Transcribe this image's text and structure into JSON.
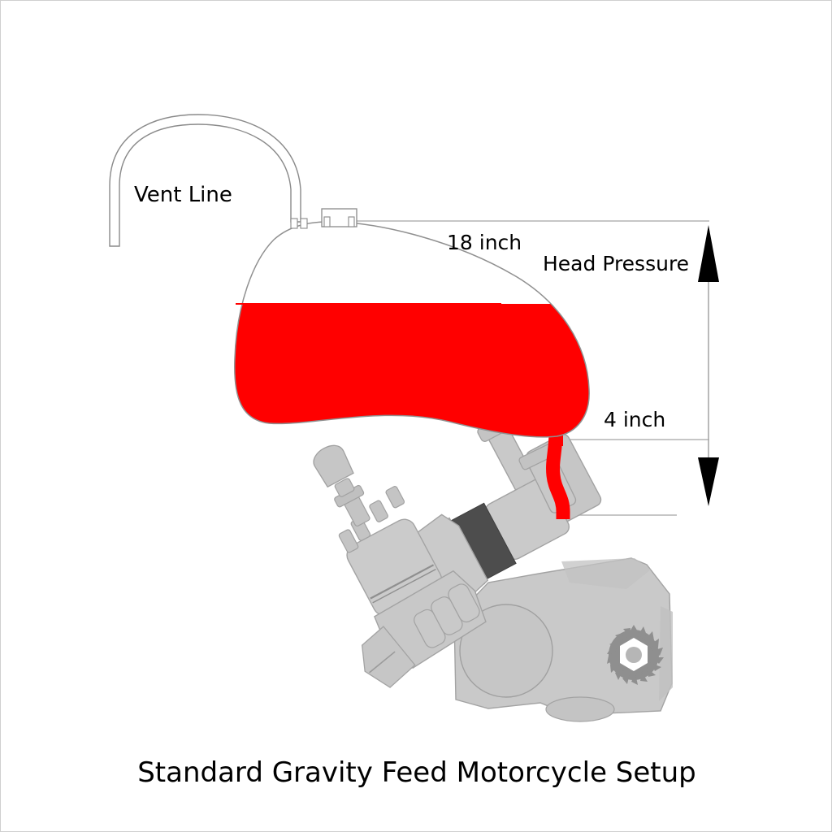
{
  "figure": {
    "title": "Standard Gravity Feed Motorcycle Setup",
    "kind": "technical-diagram",
    "background_color": "#FFFFFF",
    "border_color": "#CFCFCF"
  },
  "labels": {
    "vent_line": "Vent Line",
    "dimension_top": "18 inch",
    "head_pressure": "Head Pressure",
    "dimension_bottom": "4 inch"
  },
  "colors": {
    "fuel": "#FF0000",
    "tank_body": "#FFFFFF",
    "tank_outline": "#808080",
    "metal_light": "#CCCCCC",
    "metal_mid": "#B8B8B8",
    "metal_dark": "#8C8C8C",
    "boot_dark": "#4D4D4D",
    "dimension_line": "#B0B0B0",
    "arrow": "#000000",
    "text": "#000000"
  },
  "components": [
    {
      "name": "vent-line-tube",
      "label": "Vent Line",
      "note": "open-ended hooked breather tube rising from tank cap"
    },
    {
      "name": "fuel-tank",
      "label": "",
      "note": "teardrop tank, upper air space white, lower fuel red"
    },
    {
      "name": "fuel-level-surface",
      "label": "",
      "note": "horizontal fuel surface line inside tank"
    },
    {
      "name": "tank-cap",
      "label": "",
      "note": "filler cap block on top of tank"
    },
    {
      "name": "fuel-line",
      "label": "",
      "note": "red gravity feed hose from tank outlet to carburetor inlet"
    },
    {
      "name": "carburetor",
      "label": "",
      "note": "tilted carburetor with float bowl and adjuster screws"
    },
    {
      "name": "intake-manifold-boot",
      "label": "",
      "note": "dark rubber intake boot"
    },
    {
      "name": "engine-case",
      "label": "",
      "note": "crankcase with clutch cover circle and sprocket"
    },
    {
      "name": "sprocket",
      "label": "",
      "note": "toothed sprocket with hex nut center"
    }
  ],
  "dimensions": {
    "head_total": "18 inch",
    "head_lower": "4 inch",
    "arrow_style": "double-headed vertical",
    "top_reference": "top of fuel tank / cap level",
    "bottom_reference": "carburetor float bowl inlet level"
  }
}
